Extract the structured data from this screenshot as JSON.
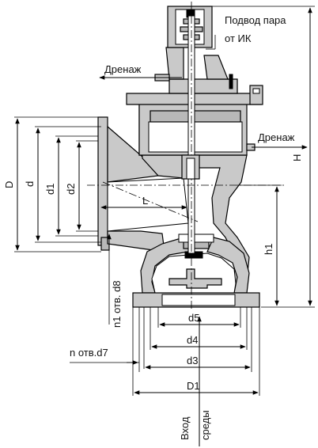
{
  "labels": {
    "steam_supply_line1": "Подвод пара",
    "steam_supply_line2": "от ИК",
    "drain_left": "Дренаж",
    "drain_right": "Дренаж",
    "H": "H",
    "h1": "h1",
    "D": "D",
    "d": "d",
    "d1": "d1",
    "d2": "d2",
    "L": "L",
    "d5": "d5",
    "d4": "d4",
    "d3": "d3",
    "D1": "D1",
    "n1_holes": "n1 отв. d8",
    "n_holes": "n отв.d7",
    "inlet_line1": "Вход",
    "inlet_line2": "среды"
  }
}
